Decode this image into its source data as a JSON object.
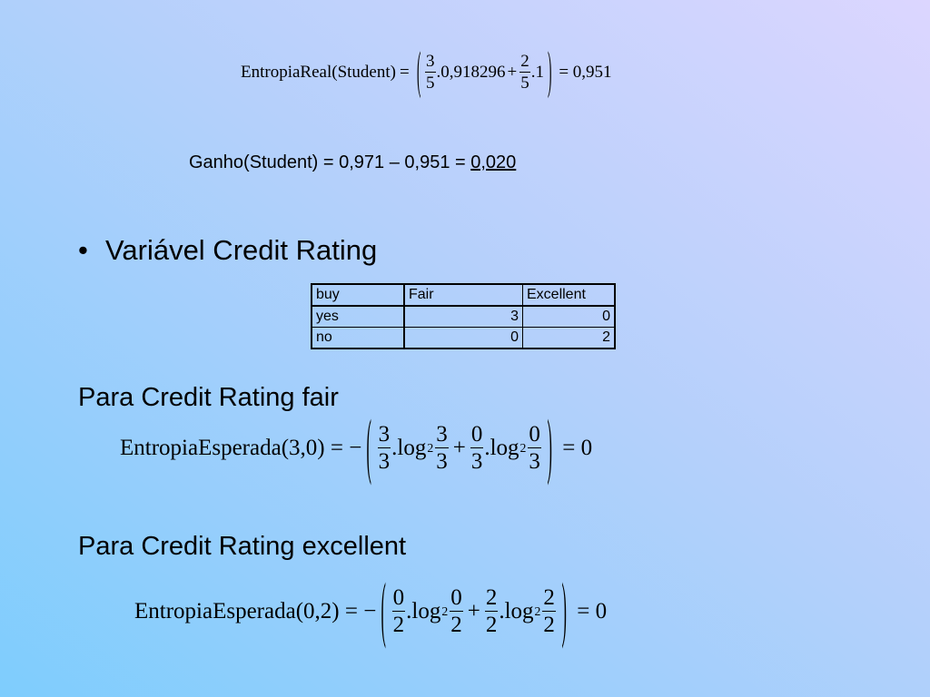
{
  "eq1": {
    "lhs": "EntropiaReal(Student)",
    "eq": "=",
    "f1_num": "3",
    "f1_den": "5",
    "t1": ".0,918296",
    "plus": "+",
    "f2_num": "2",
    "f2_den": "5",
    "t2": ".1",
    "rhs": "= 0,951"
  },
  "ganho": {
    "text": "Ganho(Student) = 0,971 – 0,951 = ",
    "result": "0,020"
  },
  "bullet": {
    "dot": "•",
    "text": "Variável Credit Rating"
  },
  "table": {
    "headers": [
      "buy",
      "Fair",
      "Excellent"
    ],
    "rows": [
      [
        "yes",
        "3",
        "0"
      ],
      [
        "no",
        "0",
        "2"
      ]
    ]
  },
  "section_fair": {
    "title": "Para Credit Rating fair"
  },
  "eq2": {
    "lhs": "EntropiaEsperada(3,0) = −",
    "f1_num": "3",
    "f1_den": "3",
    "log": ".log",
    "base": "2",
    "f2_num": "3",
    "f2_den": "3",
    "plus": "+",
    "f3_num": "0",
    "f3_den": "3",
    "f4_num": "0",
    "f4_den": "3",
    "rhs": "= 0"
  },
  "section_excellent": {
    "title": "Para Credit Rating excellent"
  },
  "eq3": {
    "lhs": "EntropiaEsperada(0,2) = −",
    "f1_num": "0",
    "f1_den": "2",
    "log": ".log",
    "base": "2",
    "f2_num": "0",
    "f2_den": "2",
    "plus": "+",
    "f3_num": "2",
    "f3_den": "2",
    "f4_num": "2",
    "f4_den": "2",
    "rhs": "= 0"
  }
}
